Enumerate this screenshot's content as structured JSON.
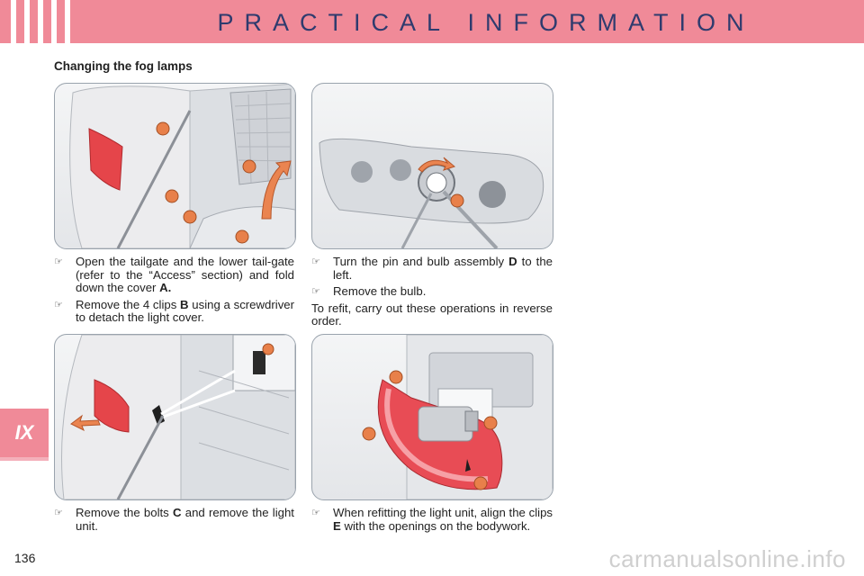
{
  "header": {
    "title": "PRACTICAL INFORMATION"
  },
  "side_tab": {
    "label": "IX"
  },
  "section": {
    "title": "Changing the fog lamps"
  },
  "steps_top_left": [
    {
      "text": "Open the tailgate and the lower tail-gate (refer to the “Access” section) and fold down the cover ",
      "bold": "A.",
      "after": ""
    },
    {
      "text": "Remove the 4 clips ",
      "bold": "B",
      "after": " using a screwdriver to detach the light cover."
    }
  ],
  "steps_top_right": [
    {
      "text": "Turn the pin and bulb assembly ",
      "bold": "D",
      "after": " to the left."
    },
    {
      "text": "Remove the bulb.",
      "bold": "",
      "after": ""
    }
  ],
  "note_top_right": "To refit, carry out these operations in reverse order.",
  "steps_bottom_left": [
    {
      "text": "Remove the bolts ",
      "bold": "C",
      "after": " and remove the light unit."
    }
  ],
  "steps_bottom_right": [
    {
      "text": "When refitting the light unit, align the clips ",
      "bold": "E",
      "after": " with the openings on the bodywork."
    }
  ],
  "bullet_glyph": "☞",
  "page_number": "136",
  "watermark": "carmanualsonline.info",
  "colors": {
    "header": "#f08a98",
    "title_text": "#2f3b6e",
    "marker": "#e8804a",
    "lamp_red": "#e23a3a"
  }
}
